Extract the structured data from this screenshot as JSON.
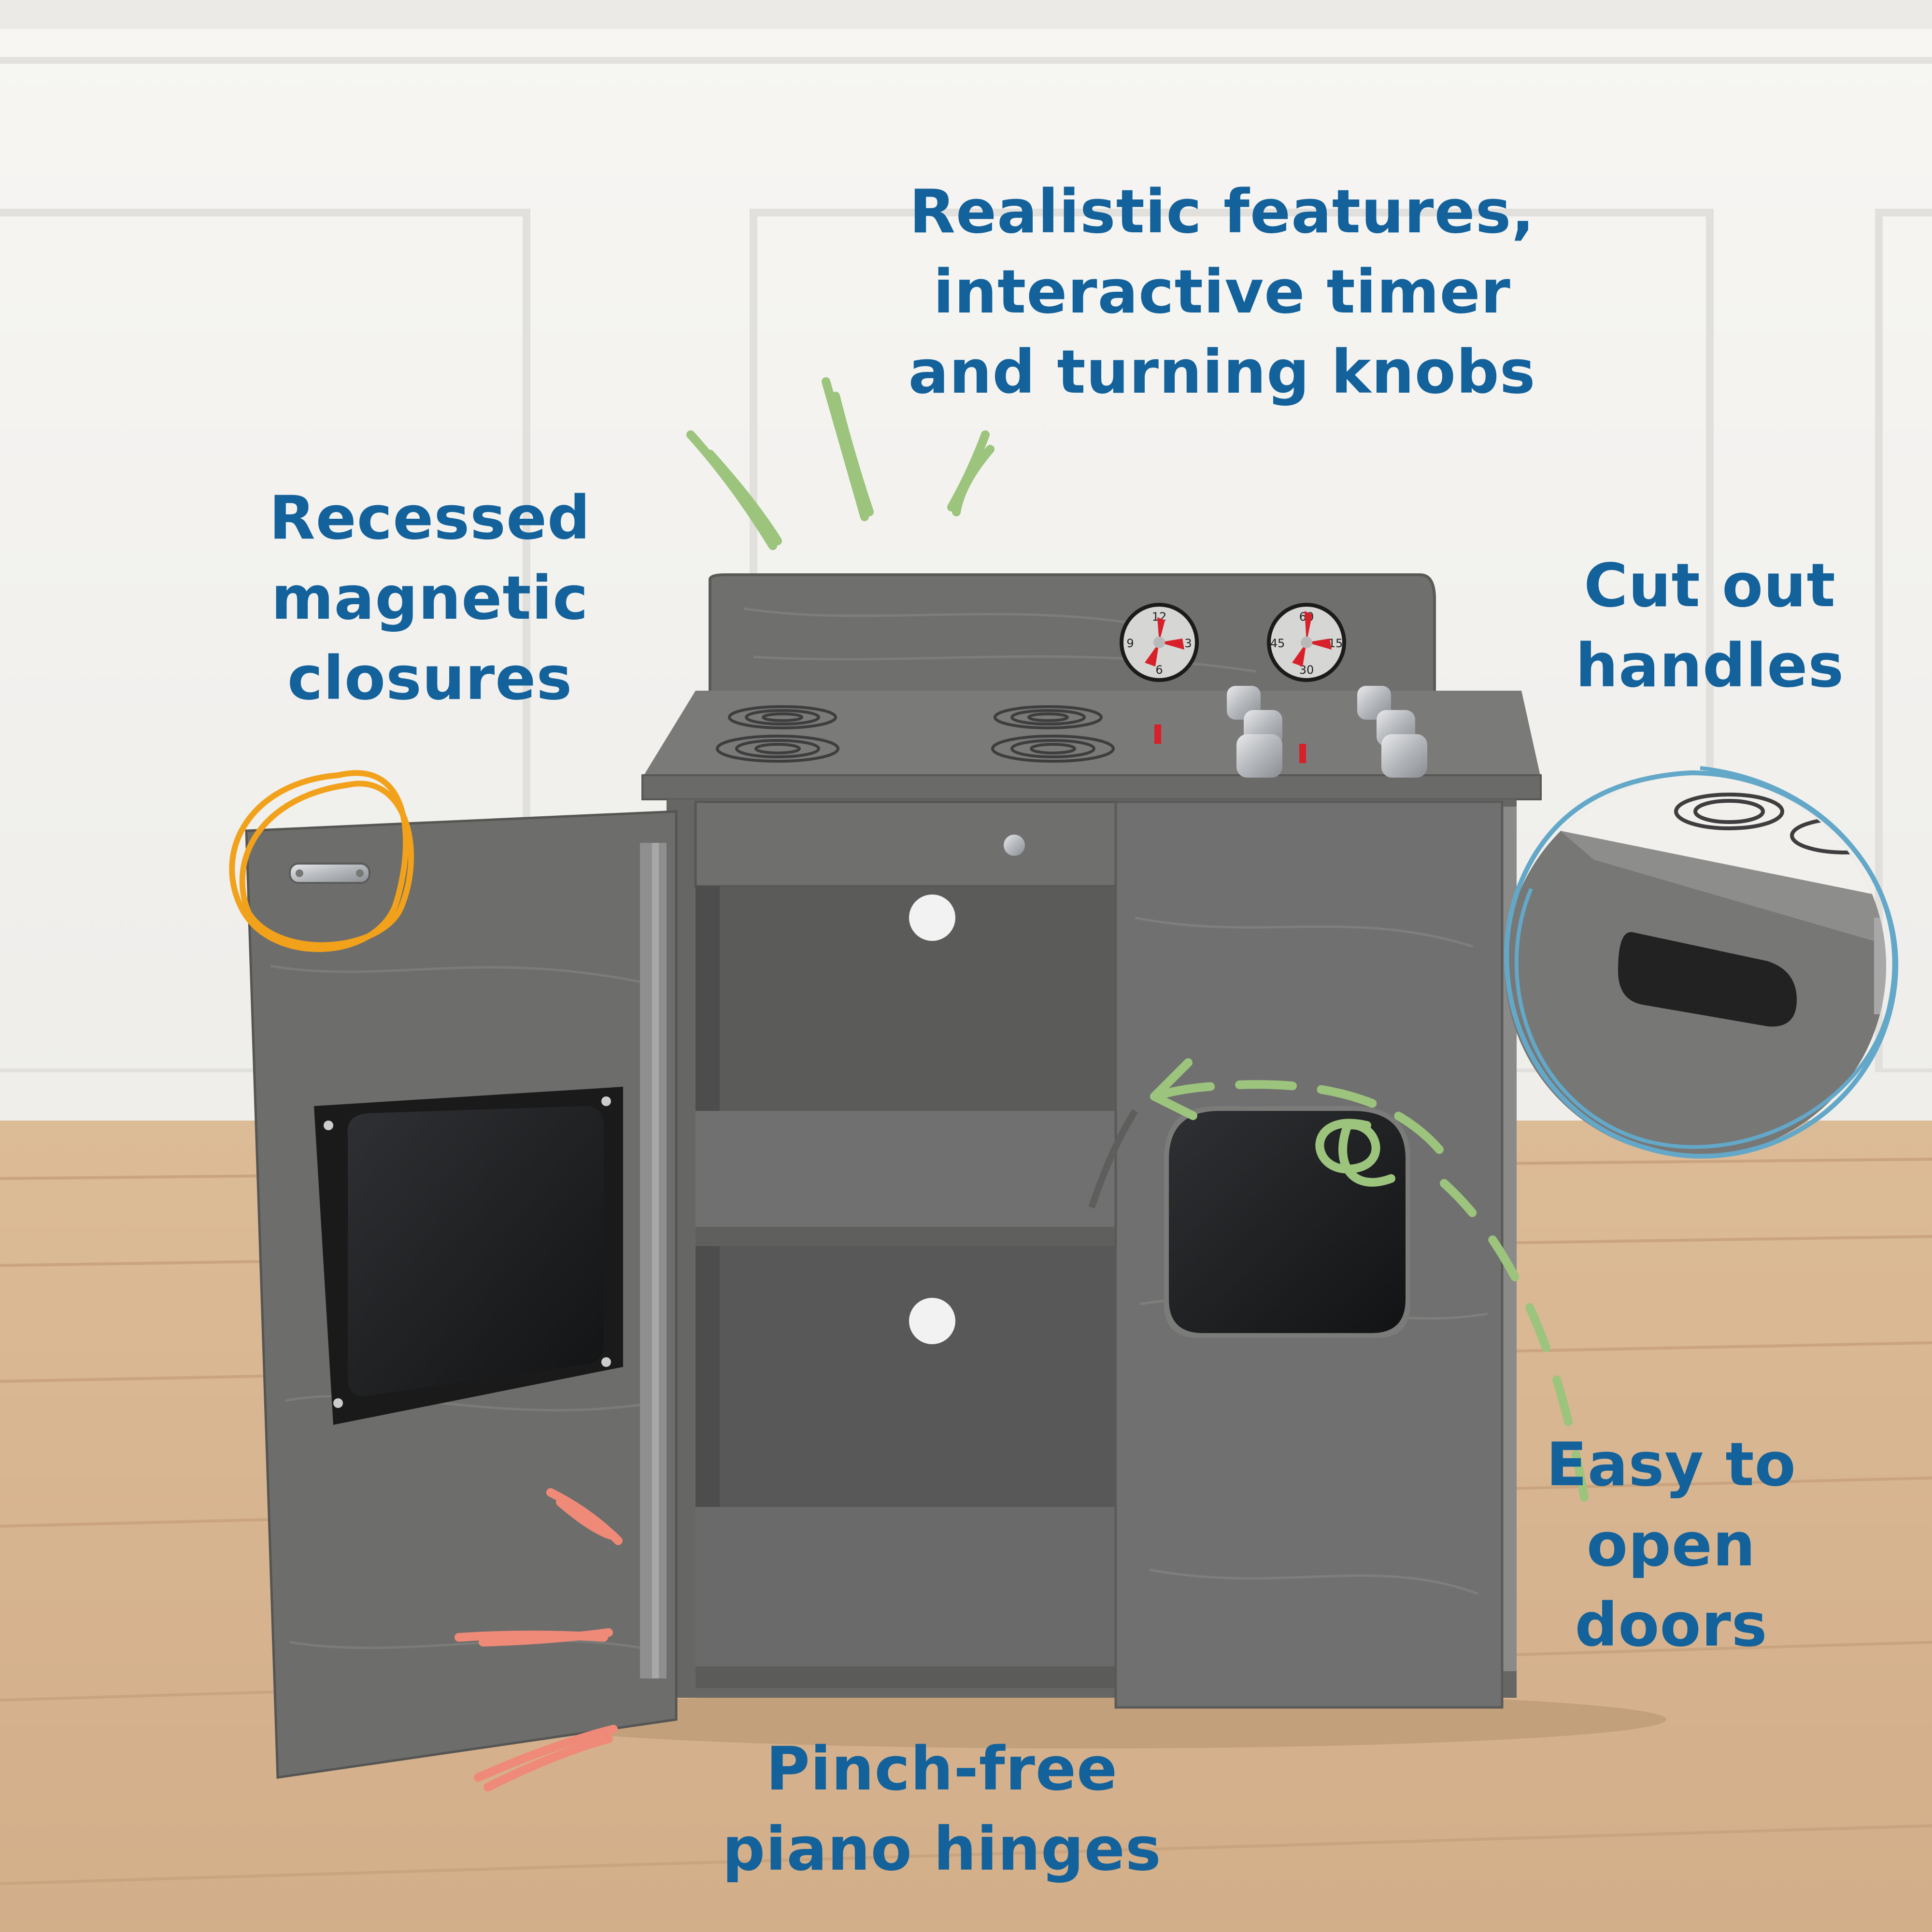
{
  "colors": {
    "text": "#14629b",
    "wall": "#f5f4f1",
    "floor": "#d8b692",
    "wood_gray": "#6c6c6b",
    "accent_green": "#9cc47d",
    "accent_orange": "#f2a11b",
    "accent_blue": "#63a8c8",
    "accent_coral": "#f08a78",
    "knob_red": "#d8202a"
  },
  "callouts": {
    "features": [
      "Realistic features,",
      "interactive timer",
      "and turning knobs"
    ],
    "magnetic": [
      "Recessed",
      "magnetic",
      "closures"
    ],
    "handles": [
      "Cut out",
      "handles"
    ],
    "doors": [
      "Easy to",
      "open",
      "doors"
    ],
    "hinges": [
      "Pinch-free",
      "piano hinges"
    ]
  },
  "timer_dials": {
    "left": [
      "12",
      "3",
      "6",
      "9"
    ],
    "right": [
      "60",
      "15",
      "30",
      "45"
    ]
  },
  "icons": {
    "magnet_circle": "orange-circle-icon",
    "handle_zoom": "blue-circle-icon",
    "sparkle": "green-sparkle-icon",
    "door_arrow": "green-arrow-icon",
    "hinge_marks": "coral-marks-icon"
  }
}
